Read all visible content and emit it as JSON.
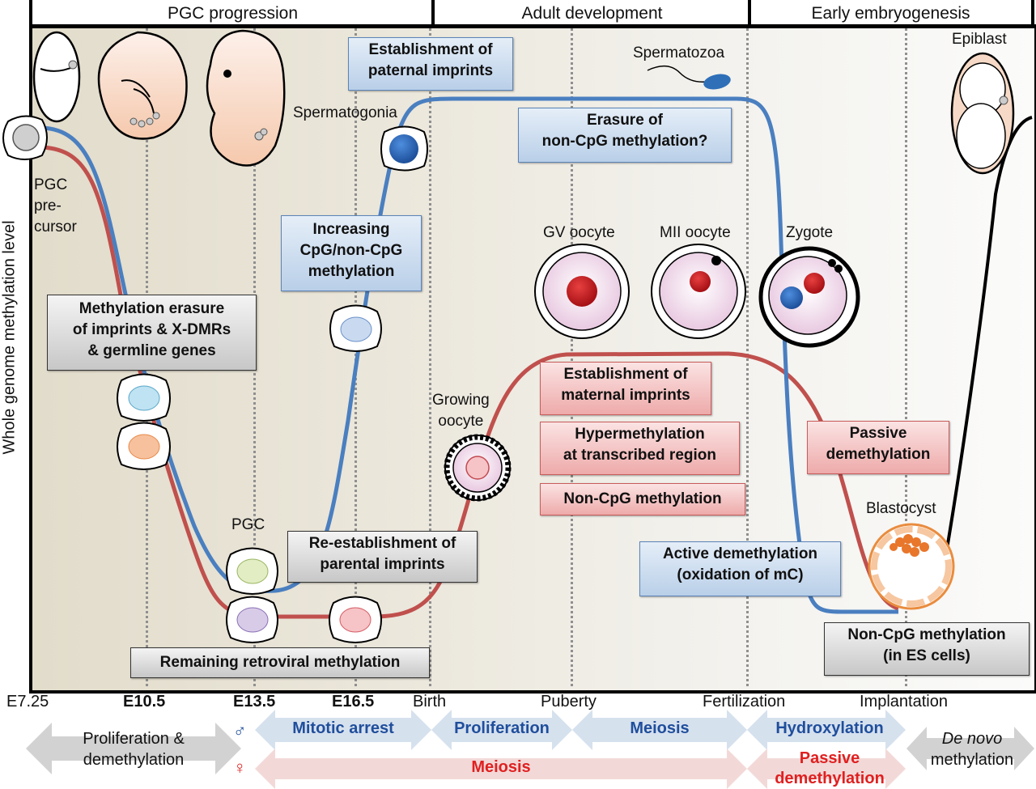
{
  "header": {
    "sections": [
      "PGC progression",
      "Adult development",
      "Early embryogenesis"
    ]
  },
  "y_axis_label": "Whole genome methylation level",
  "stage_labels": {
    "pgc_precursor": "PGC\npre-\ncursor",
    "pgc": "PGC",
    "spermatogonia": "Spermatogonia",
    "spermatozoa": "Spermatozoa",
    "growing_oocyte": "Growing\noocyte",
    "gv_oocyte": "GV oocyte",
    "mii_oocyte": "MII oocyte",
    "zygote": "Zygote",
    "blastocyst": "Blastocyst",
    "epiblast": "Epiblast"
  },
  "boxes": {
    "paternal_imprints": [
      "Establishment of",
      "paternal imprints"
    ],
    "erasure_non_cpg": [
      "Erasure of",
      "non-CpG methylation?"
    ],
    "increasing_cpg": [
      "Increasing",
      "CpG/non-CpG",
      "methylation"
    ],
    "methylation_erasure": [
      "Methylation erasure",
      "of imprints & X-DMRs",
      "& germline genes"
    ],
    "re_establishment": [
      "Re-establishment of",
      "parental imprints"
    ],
    "remaining_retroviral": [
      "Remaining retroviral methylation"
    ],
    "maternal_imprints": [
      "Establishment of",
      "maternal imprints"
    ],
    "hypermethylation": [
      "Hypermethylation",
      "at transcribed region"
    ],
    "non_cpg_oocyte": [
      "Non-CpG methylation"
    ],
    "passive_demethylation": [
      "Passive",
      "demethylation"
    ],
    "active_demethylation": [
      "Active demethylation",
      "(oxidation of mC)"
    ],
    "non_cpg_es": [
      "Non-CpG methylation",
      "(in ES cells)"
    ]
  },
  "x_ticks": [
    "E7.25",
    "E10.5",
    "E13.5",
    "E16.5",
    "Birth",
    "Puberty",
    "Fertilization",
    "Implantation"
  ],
  "bottom": {
    "male_symbol": "♂",
    "female_symbol": "♀",
    "shared_arrow": [
      "Proliferation &",
      "demethylation"
    ],
    "male_arrows": [
      "Mitotic arrest",
      "Proliferation",
      "Meiosis",
      "Hydroxylation"
    ],
    "female_arrows": [
      "Meiosis",
      "Passive",
      "demethylation"
    ],
    "de_novo": [
      "De novo",
      "methylation"
    ]
  },
  "colors": {
    "male_line": "#4a7fc0",
    "female_line": "#c0504d",
    "male_text": "#1f4e9c",
    "female_text": "#e02020",
    "male_arrow_fill": "#d6e1ee",
    "female_arrow_fill": "#f2d9d8",
    "gray_arrow_fill": "#d2d2d2"
  }
}
